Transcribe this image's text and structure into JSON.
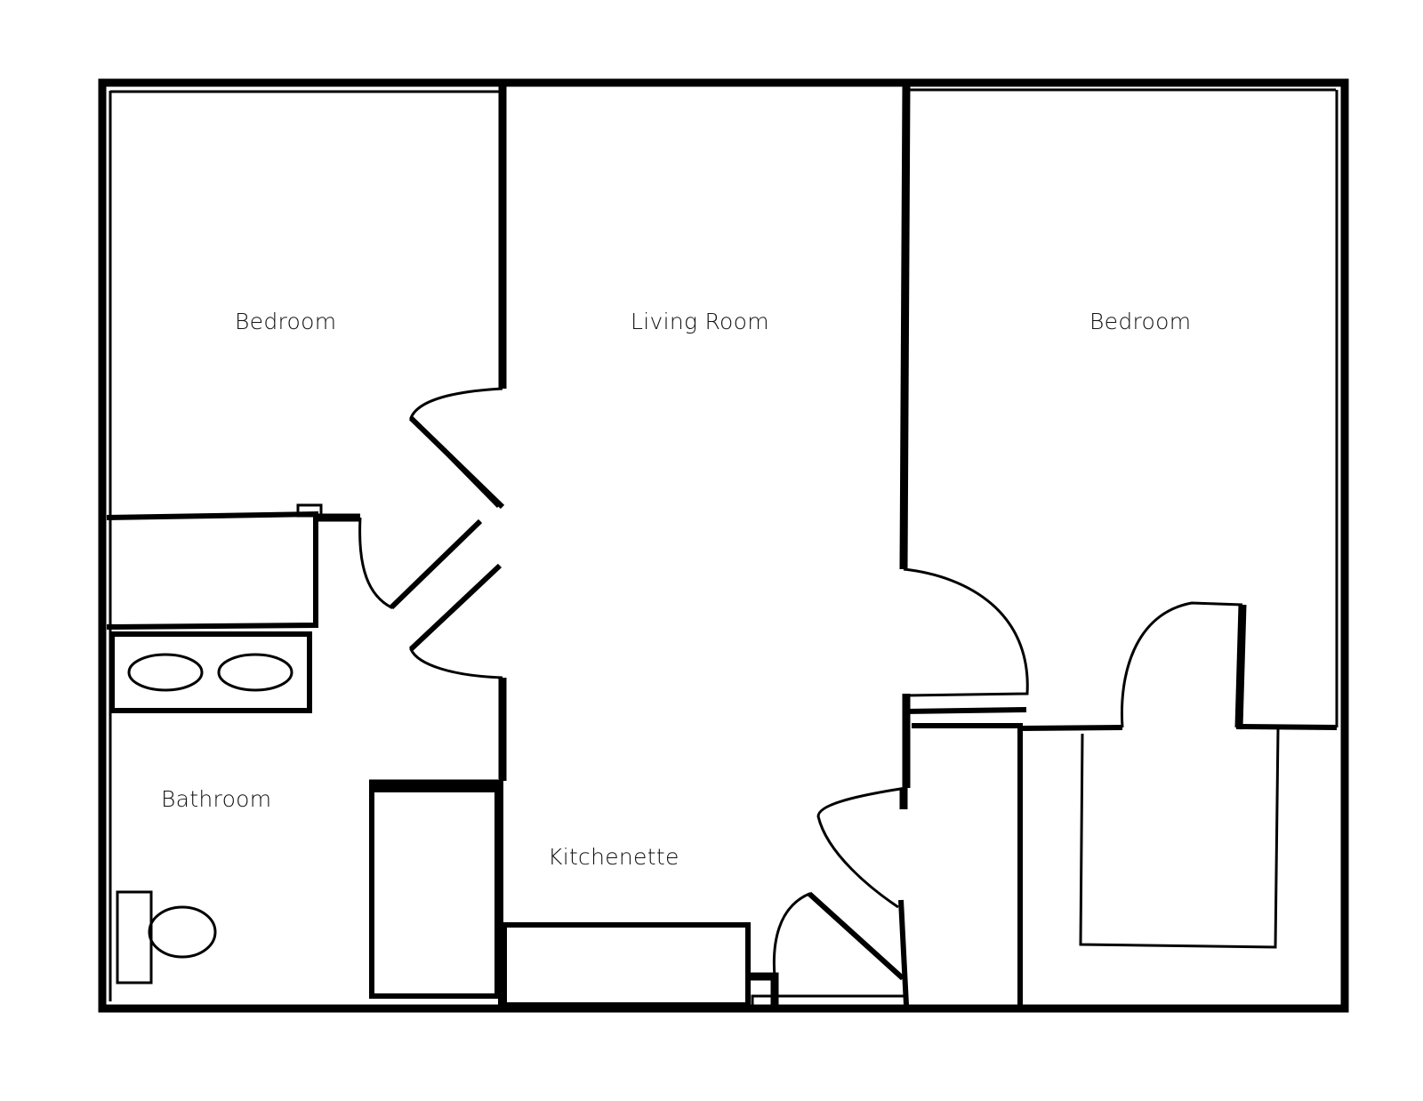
{
  "plan": {
    "rooms": [
      {
        "id": "bedroom-left",
        "label": "Bedroom"
      },
      {
        "id": "living-room",
        "label": "Living Room"
      },
      {
        "id": "bedroom-right",
        "label": "Bedroom"
      },
      {
        "id": "bathroom",
        "label": "Bathroom"
      },
      {
        "id": "kitchenette",
        "label": "Kitchenette"
      }
    ],
    "colors": {
      "line": "#000000",
      "background": "#ffffff"
    }
  }
}
